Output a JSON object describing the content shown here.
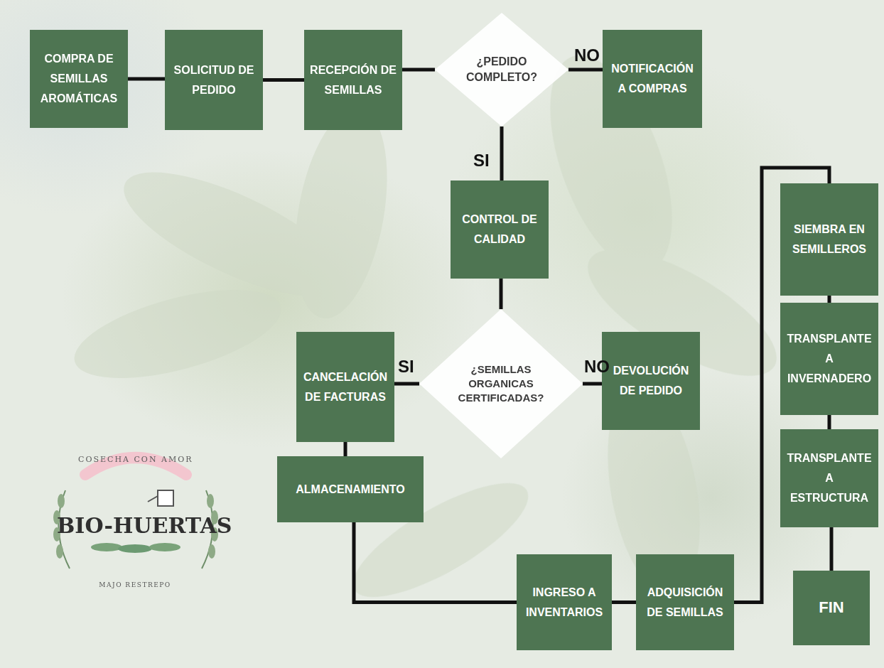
{
  "diagram": {
    "nodes": [
      {
        "text": [
          "COMPRA DE SEMILLAS AROMÁTICAS"
        ]
      },
      {
        "text": [
          "SOLICITUD DE PEDIDO"
        ]
      },
      {
        "text": [
          "RECEPCIÓN DE SEMILLAS"
        ]
      },
      {
        "text": [
          "¿PEDIDO COMPLETO?"
        ]
      },
      {
        "text": [
          "NOTIFICACIÓN A COMPRAS"
        ]
      },
      {
        "text": [
          "CONTROL DE CALIDAD"
        ]
      },
      {
        "text": [
          "CANCELACIÓN DE FACTURAS"
        ]
      },
      {
        "text": [
          "¿SEMILLAS ORGANICAS CERTIFICADAS?"
        ]
      },
      {
        "text": [
          "DEVOLUCIÓN DE PEDIDO"
        ]
      },
      {
        "text": [
          "ALMACENAMIENTO"
        ]
      },
      {
        "text": [
          "INGRESO A INVENTARIOS"
        ]
      },
      {
        "text": [
          "ADQUISICIÓN DE SEMILLAS"
        ]
      },
      {
        "text": [
          "SIEMBRA EN SEMILLEROS"
        ]
      },
      {
        "text": [
          "TRANSPLANTE A INVERNADERO"
        ]
      },
      {
        "text": [
          "TRANSPLANTE A ESTRUCTURA"
        ]
      },
      {
        "text": [
          "FIN"
        ]
      }
    ],
    "edges": [
      {
        "from": 0,
        "to": 1,
        "arrow": "none"
      },
      {
        "from": 1,
        "to": 2,
        "arrow": "none"
      },
      {
        "from": 2,
        "to": 3,
        "arrow": "none"
      },
      {
        "from": 3,
        "to": 4,
        "label": "NO",
        "arrow": "none"
      },
      {
        "from": 3,
        "to": 5,
        "label": "SI",
        "arrow": "none"
      },
      {
        "from": 5,
        "to": 7,
        "arrow": "none"
      },
      {
        "from": 7,
        "to": 6,
        "label": "SI",
        "arrow": "none"
      },
      {
        "from": 7,
        "to": 8,
        "label": "NO",
        "arrow": "none"
      },
      {
        "from": 6,
        "to": 9,
        "arrow": "none"
      },
      {
        "from": 9,
        "to": 10,
        "arrow": "none"
      },
      {
        "from": 10,
        "to": 11,
        "arrow": "none"
      },
      {
        "from": 11,
        "to": 12,
        "arrow": "none"
      },
      {
        "from": 12,
        "to": 13,
        "arrow": "none"
      },
      {
        "from": 13,
        "to": 14,
        "arrow": "none"
      },
      {
        "from": 14,
        "to": 15,
        "arrow": "none"
      }
    ],
    "labels": [
      "COSECHA CON AMOR",
      "BIO-HUERTAS",
      "MAJO RESTREPO"
    ]
  }
}
